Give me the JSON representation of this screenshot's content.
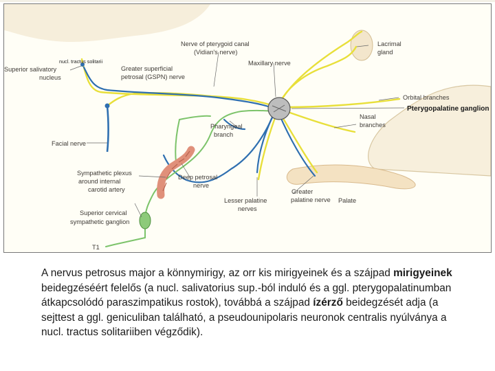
{
  "figure": {
    "labels": {
      "nerve_pterygoid_1": "Nerve of pterygoid canal",
      "nerve_pterygoid_2": "(Vidian's nerve)",
      "lacrimal_1": "Lacrimal",
      "lacrimal_2": "gland",
      "nucl_tractus": "nucl. tractus solitarii",
      "superior_salivatory_1": "Superior salivatory",
      "superior_salivatory_2": "nucleus",
      "gspn_1": "Greater superficial",
      "gspn_2": "petrosal (GSPN) nerve",
      "maxillary": "Maxillary nerve",
      "orbital": "Orbital branches",
      "ptg_ganglion": "Pterygopalatine ganglion",
      "nasal_1": "Nasal",
      "nasal_2": "branches",
      "pharyngeal_1": "Pharyngeal",
      "pharyngeal_2": "branch",
      "facial": "Facial nerve",
      "sympathetic_1": "Sympathetic plexus",
      "sympathetic_2": "around internal",
      "sympathetic_3": "carotid artery",
      "deep_petrosal_1": "Deep petrosal",
      "deep_petrosal_2": "nerve",
      "greater_palatine_1": "Greater",
      "greater_palatine_2": "palatine nerve",
      "lesser_palatine_1": "Lesser palatine",
      "lesser_palatine_2": "nerves",
      "palate": "Palate",
      "sup_cervical_1": "Superior cervical",
      "sup_cervical_2": "sympathetic ganglion",
      "t1": "T1"
    }
  },
  "caption": {
    "part1": "A nervus petrosus major a könnymirigy, az orr kis mirigyeinek és a szájpad ",
    "bold1": "mirigyeinek",
    "part2": " beidegzéséért felelős (a nucl. salivatorius sup.-ból induló és a ggl. pterygopalatinumban átkapcsolódó paraszimpatikus rostok), továbbá a szájpad ",
    "bold2": "ízérző",
    "part3": " beidegzését adja (a sejttest a ggl. geniculiban található, a pseudounipolaris neuronok centralis nyúlványa a nucl. tractus solitariiben végződik)."
  },
  "colors": {
    "parasympathetic": "#e8df3a",
    "sensory": "#2f6fb0",
    "sympathetic": "#7cc36a",
    "artery": "#e0907a",
    "ganglion": "#bdbdbd",
    "tissue": "#f1e3c6"
  }
}
